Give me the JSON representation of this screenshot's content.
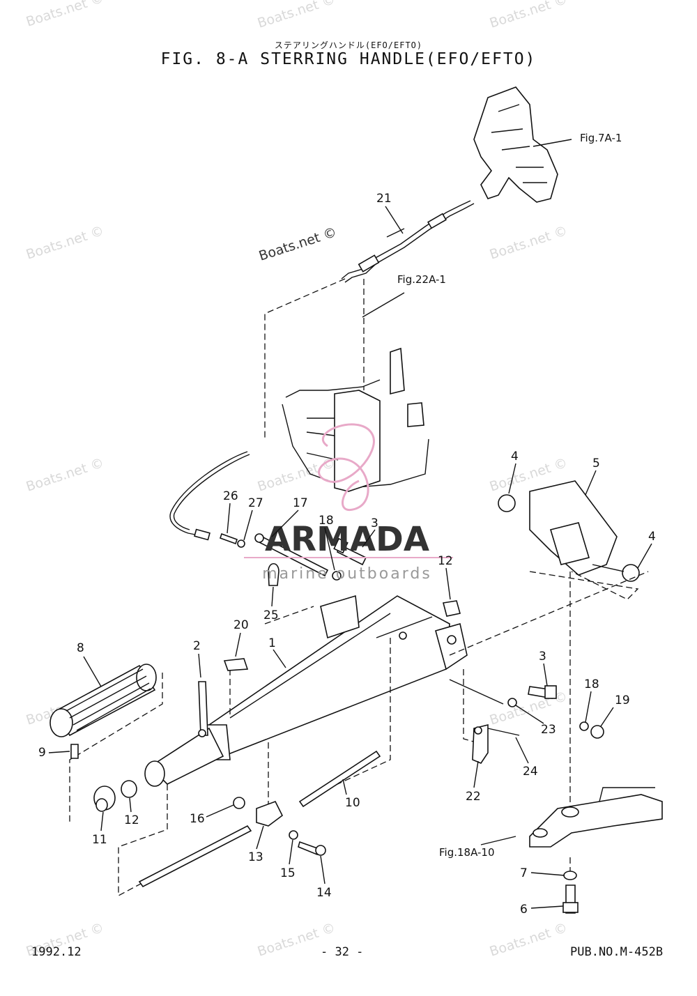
{
  "header": {
    "title_jp": "ステアリングハンドル(EFO/EFTO)",
    "title": "FIG.  8-A STERRING HANDLE(EFO/EFTO)"
  },
  "footer": {
    "date": "1992.12",
    "page": "- 32 -",
    "pub_no": "PUB.NO.M-452B"
  },
  "references": [
    "Fig.7A-1",
    "Fig.22A-1",
    "Fig.18A-10"
  ],
  "watermark": {
    "text": "Boats.net ©",
    "brand": "ARMADA",
    "brand_sub": "marine outboards",
    "brand_color": "#e8a9c8"
  },
  "callouts": [
    "21",
    "26",
    "27",
    "17",
    "18",
    "3",
    "4",
    "5",
    "4",
    "12",
    "25",
    "20",
    "1",
    "2",
    "8",
    "9",
    "12",
    "11",
    "16",
    "13",
    "15",
    "14",
    "10",
    "3",
    "18",
    "19",
    "23",
    "24",
    "22",
    "7",
    "6"
  ]
}
